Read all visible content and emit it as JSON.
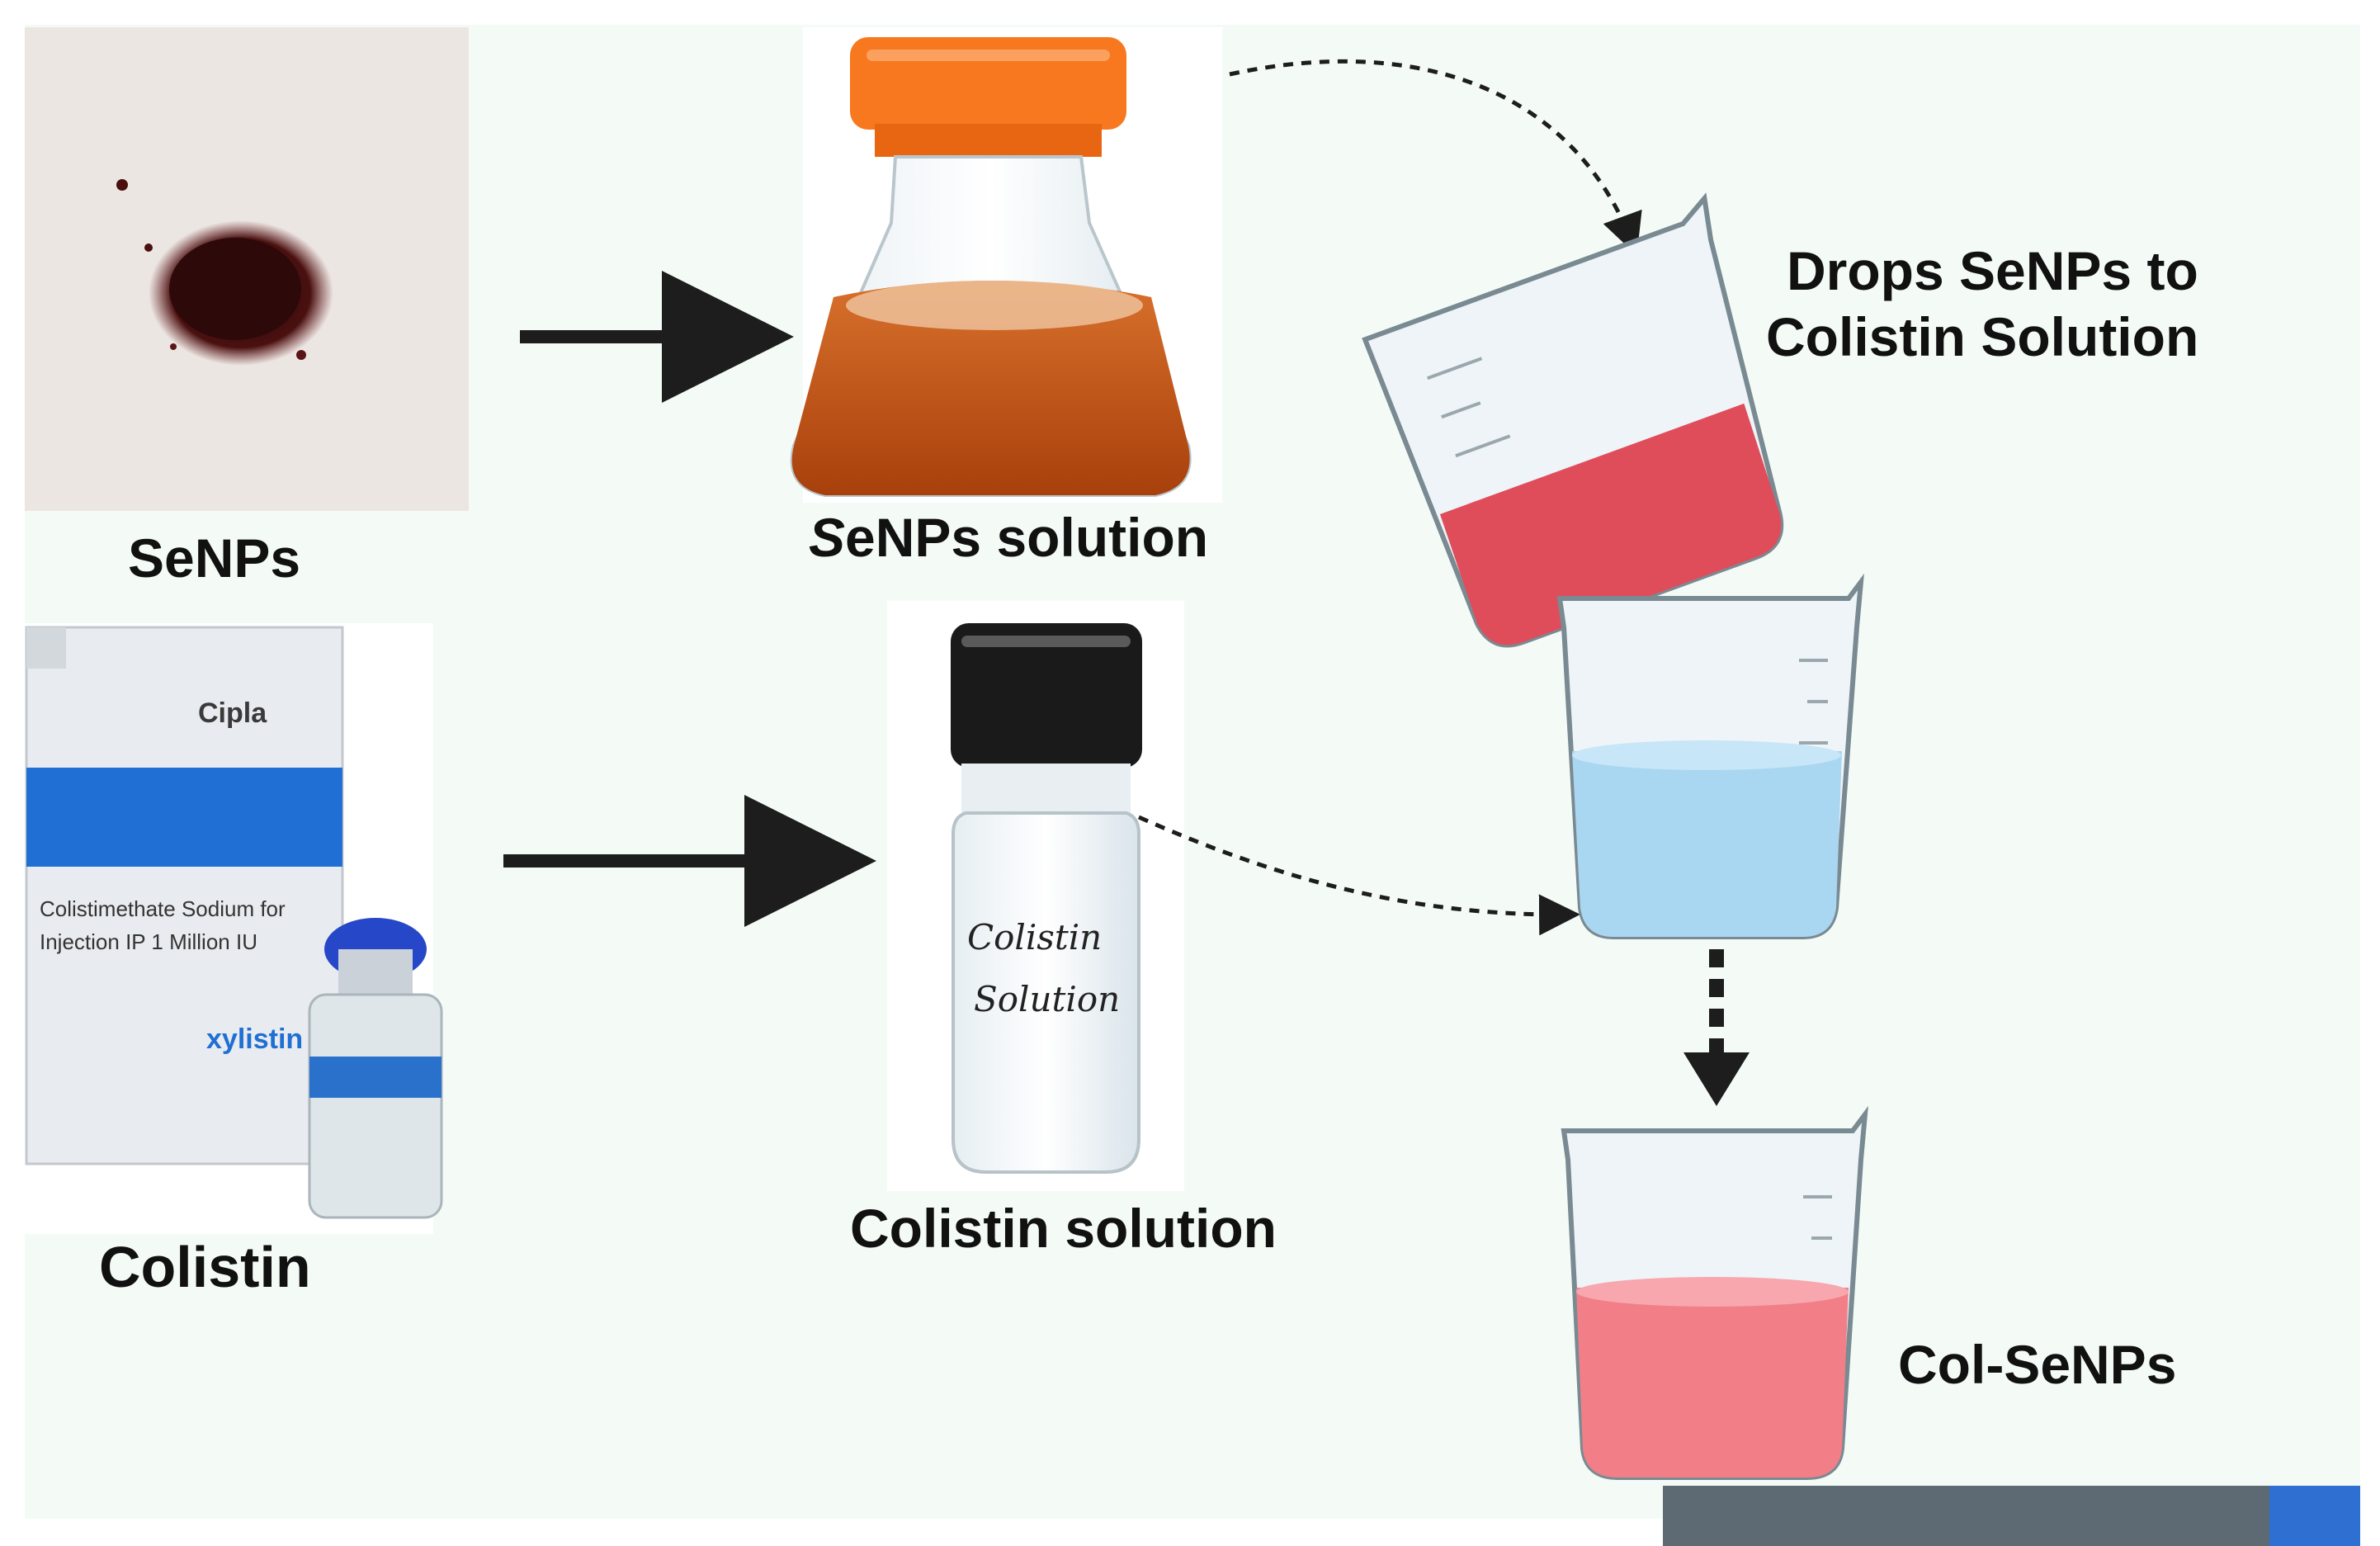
{
  "labels": {
    "senps": "SeNPs",
    "senps_solution_initial": "S",
    "senps_solution_rest": "eNPs solution",
    "colistin": "Colistin",
    "colistin_solution": "Colistin solution",
    "drops_line1": "Drops SeNPs to",
    "drops_line2": "Colistin Solution",
    "col_senps": "Col-SeNPs"
  },
  "box_text": {
    "brand": "Cipla",
    "line1": "Colistimethate Sodium for",
    "line2": "Injection IP 1 Million IU",
    "product": "xylistin"
  },
  "vial_handwriting": {
    "line1": "Colistin",
    "line2": "Solution"
  },
  "colors": {
    "background": "#ffffff",
    "panel_bg": "#f4fbf7",
    "powder": "#3a0d0d",
    "orange_cap": "#f7781e",
    "amber_liquid": "#b9480f",
    "red_liquid": "#e04d5a",
    "blue_liquid": "#a9d6f0",
    "pink_liquid": "#f27f87",
    "box_blue": "#1f6fd4",
    "arrow": "#1d1d1d"
  }
}
